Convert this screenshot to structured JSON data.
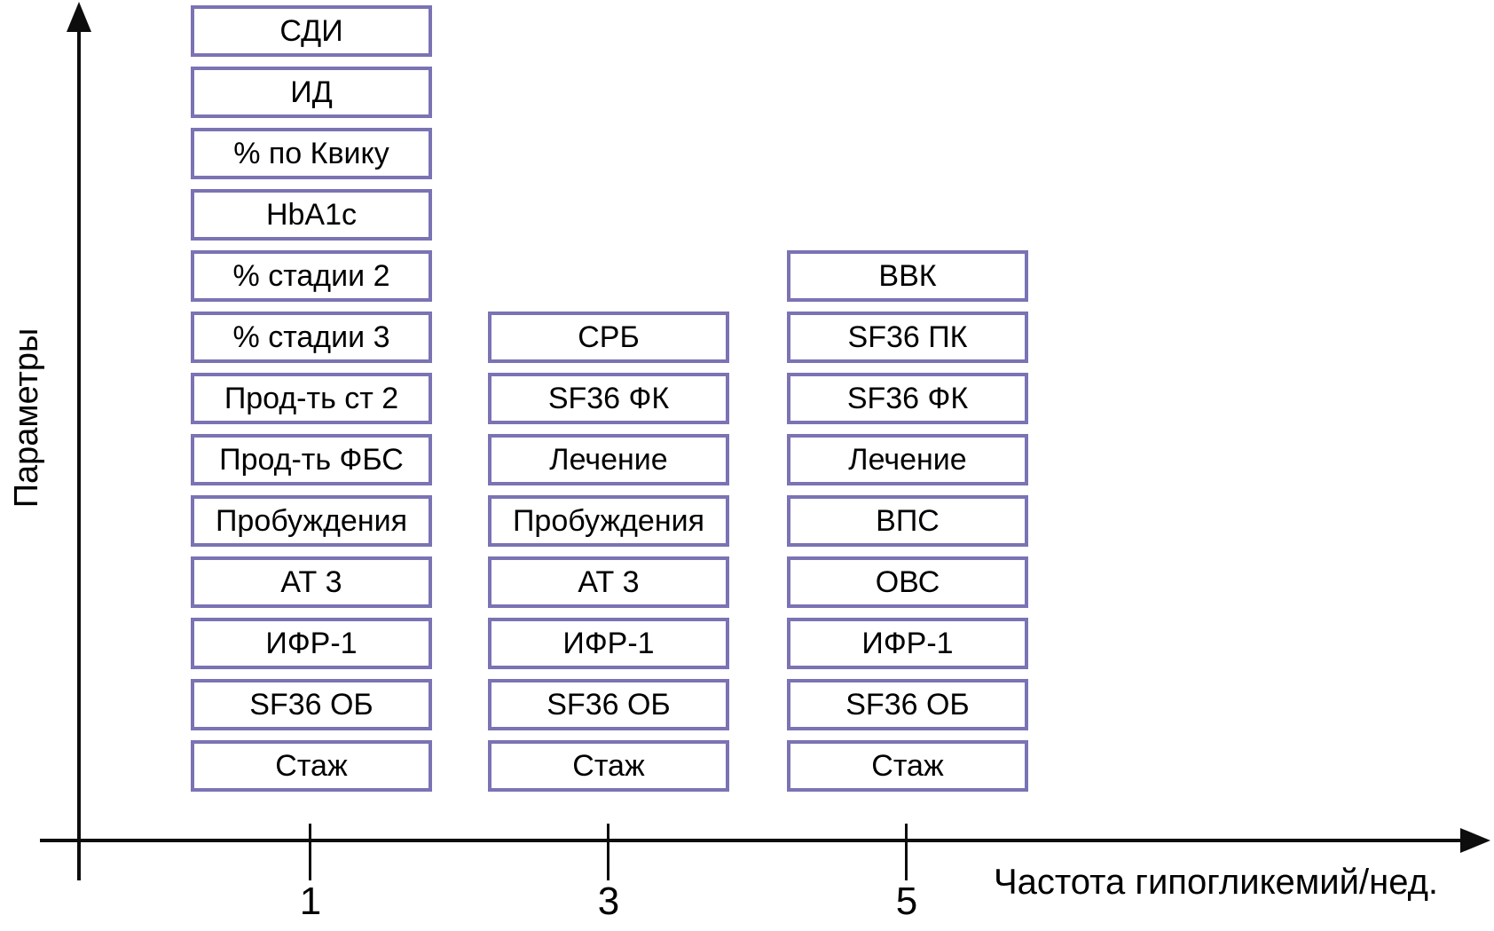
{
  "colors": {
    "box_border": "#7a73b4",
    "axis": "#0d0d0d",
    "background": "#ffffff",
    "text": "#000000"
  },
  "chart_data": {
    "type": "table",
    "title": "",
    "xlabel": "Частота гипогликемий/нед.",
    "ylabel": "Параметры",
    "x_ticks": [
      "1",
      "3",
      "5"
    ],
    "axis_style": "black arrows on both axes, no gridlines, no legend",
    "columns": [
      {
        "x": "1",
        "boxes_top_to_bottom": [
          "СДИ",
          "ИД",
          "% по Квику",
          "HbA1c",
          "% стадии 2",
          "% стадии 3",
          "Прод-ть ст 2",
          "Прод-ть ФБС",
          "Пробуждения",
          "АТ 3",
          "ИФР-1",
          "SF36 ОБ",
          "Стаж"
        ]
      },
      {
        "x": "3",
        "boxes_top_to_bottom": [
          "СРБ",
          "SF36 ФК",
          "Лечение",
          "Пробуждения",
          "АТ 3",
          "ИФР-1",
          "SF36 ОБ",
          "Стаж"
        ]
      },
      {
        "x": "5",
        "boxes_top_to_bottom": [
          "ВВК",
          "SF36 ПК",
          "SF36 ФК",
          "Лечение",
          "ВПС",
          "ОВС",
          "ИФР-1",
          "SF36 ОБ",
          "Стаж"
        ]
      }
    ]
  }
}
